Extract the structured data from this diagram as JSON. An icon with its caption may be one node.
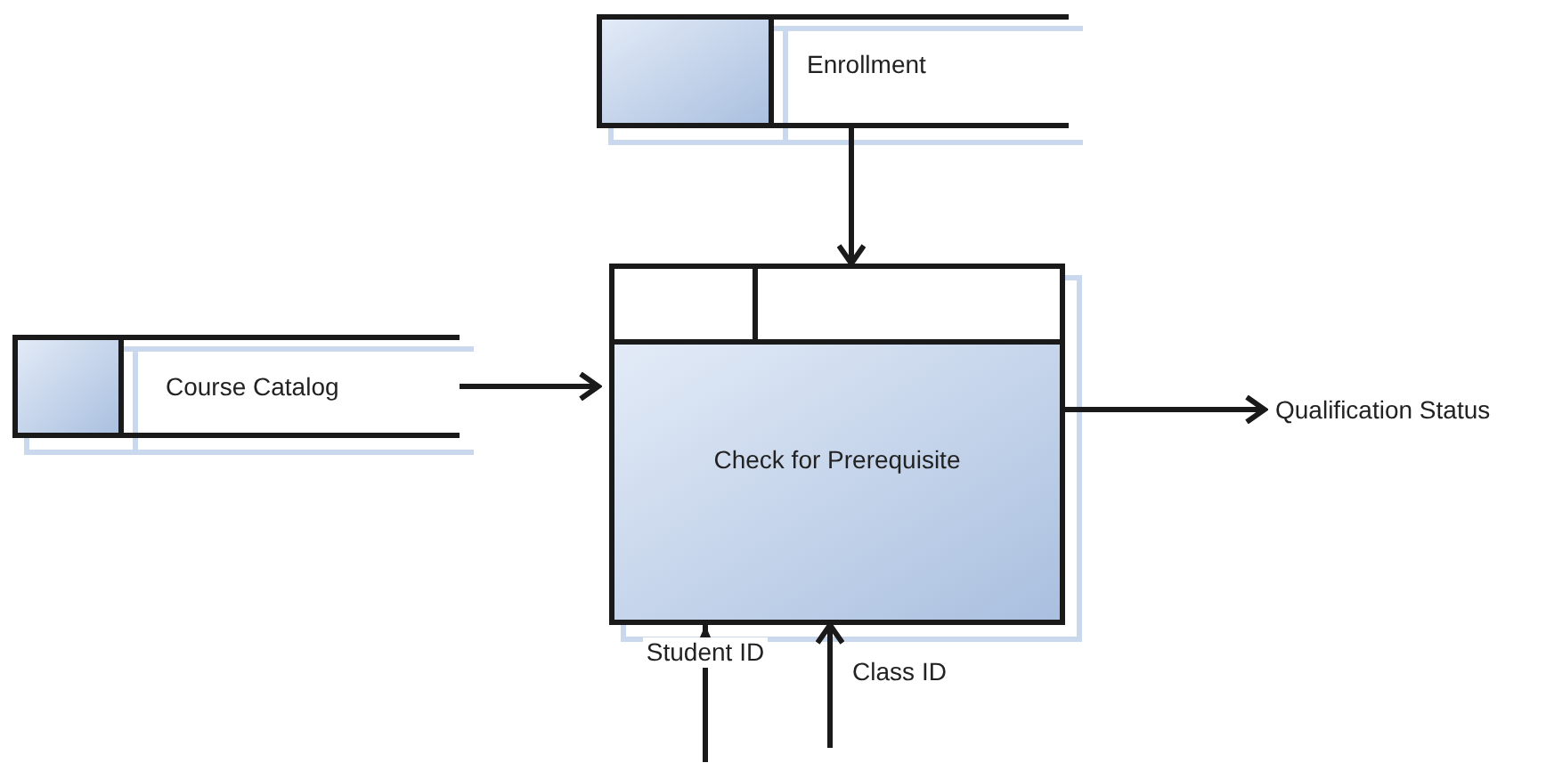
{
  "diagram": {
    "nodes": [
      {
        "text": [
          "Enrollment"
        ]
      },
      {
        "text": [
          "Course Catalog"
        ]
      },
      {
        "text": [
          "Check for Prerequisite"
        ]
      },
      {
        "text": [
          "Qualification Status"
        ]
      }
    ],
    "edges": [
      {
        "from": 0,
        "to": 2,
        "arrow": "to"
      },
      {
        "from": 1,
        "to": 2,
        "arrow": "to"
      },
      {
        "from": 2,
        "to": 3,
        "arrow": "to"
      },
      {
        "from": null,
        "to": 2,
        "arrow": "to",
        "label": "Student ID"
      },
      {
        "from": null,
        "to": 2,
        "arrow": "to",
        "label": "Class ID"
      }
    ]
  }
}
